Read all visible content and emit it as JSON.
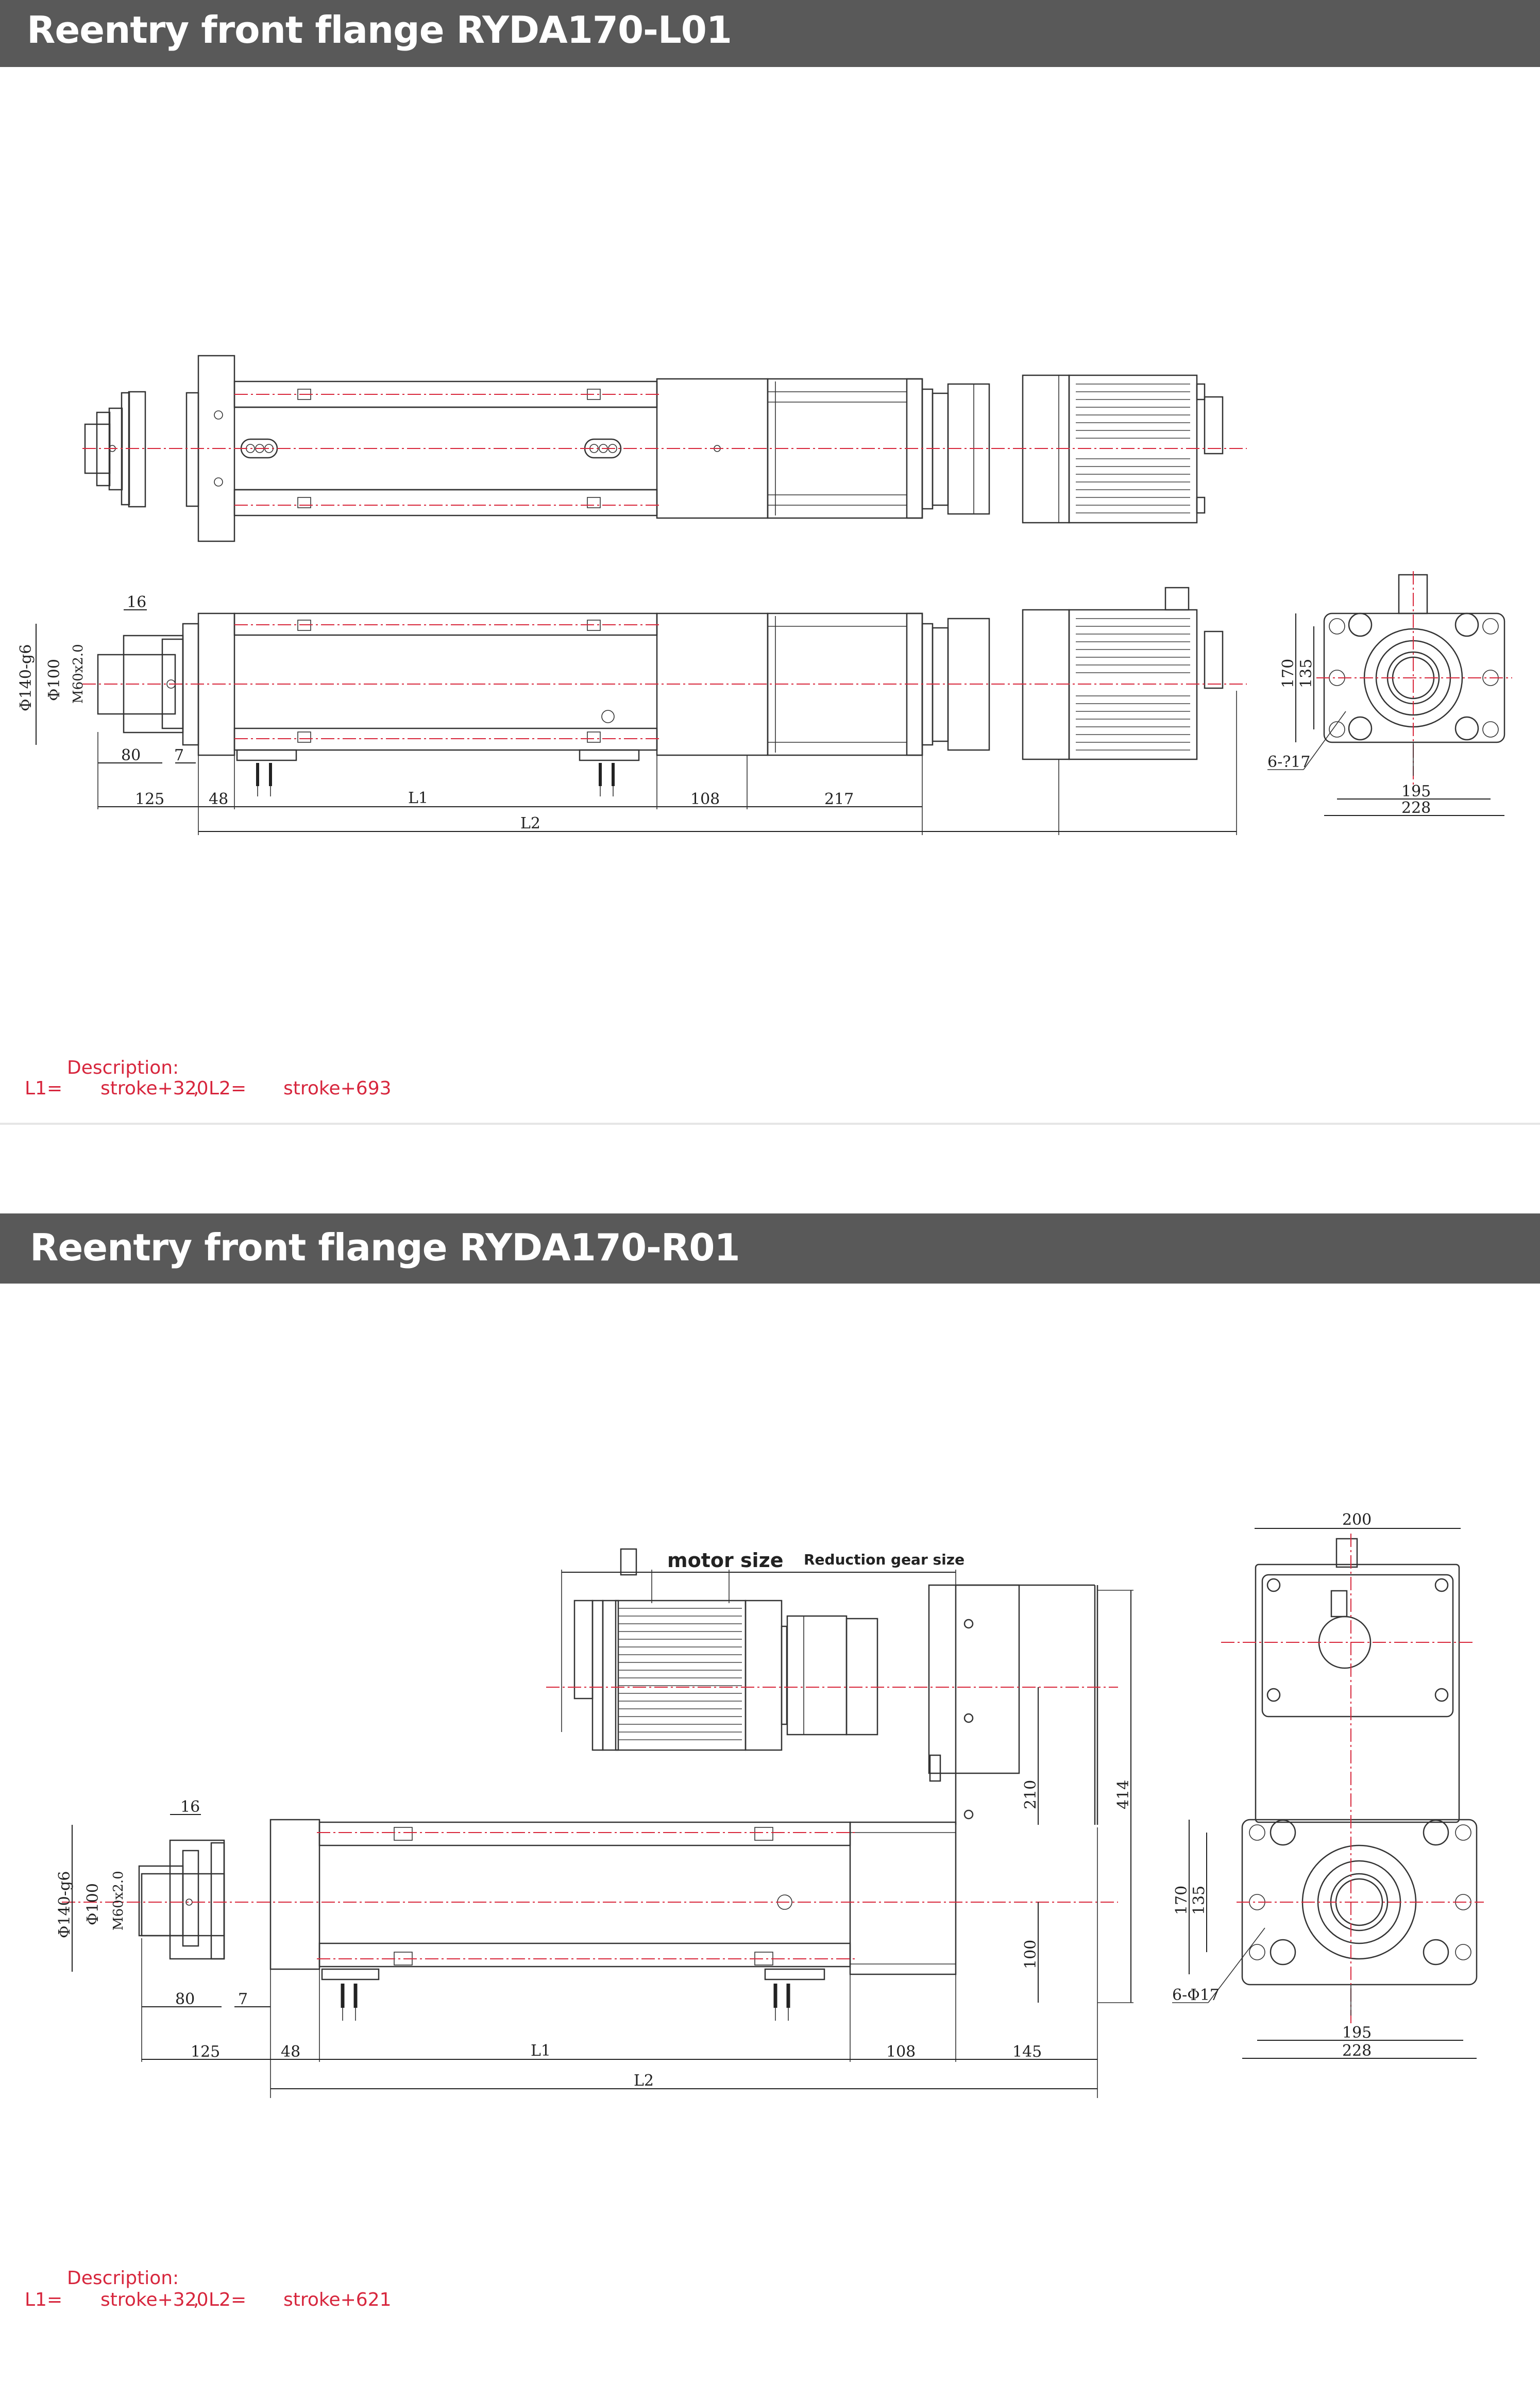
{
  "sections": [
    {
      "title": "Reentry front flange RYDA170-L01",
      "description": {
        "heading": "Description:",
        "l1_label": "L1=",
        "l1_value": "stroke+320",
        "separator": ",",
        "l2_label": "L2=",
        "l2_value": "stroke+693"
      },
      "dimensions": {
        "rod_width": "16",
        "flange_dia": "Φ140-g6",
        "pilot_dia": "Φ100",
        "thread": "M60x2.0",
        "rod_end_len": "80",
        "gap": "7",
        "front_ext": "125",
        "flange_thk": "48",
        "l1": "L1",
        "l2": "L2",
        "end_block": "108",
        "gear_len": "217",
        "end_height_outer": "170",
        "end_height_inner": "135",
        "holes": "6-?17",
        "end_width_inner": "195",
        "end_width_outer": "228"
      }
    },
    {
      "title": "Reentry front flange RYDA170-R01",
      "description": {
        "heading": "Description:",
        "l1_label": "L1=",
        "l1_value": "stroke+320",
        "separator": ",",
        "l2_label": "L2=",
        "l2_value": "stroke+621"
      },
      "dimensions": {
        "motor_size": "motor size",
        "reduction_gear_size": "Reduction gear size",
        "rod_width": "16",
        "flange_dia": "Φ140-g6",
        "pilot_dia": "Φ100",
        "thread": "M60x2.0",
        "rod_end_len": "80",
        "gap": "7",
        "front_ext": "125",
        "flange_thk": "48",
        "l1": "L1",
        "l2": "L2",
        "end_block": "108",
        "side_plate": "145",
        "offset_upper": "210",
        "offset_lower": "100",
        "total_height": "414",
        "motor_width": "200",
        "end_height_outer": "170",
        "end_height_inner": "135",
        "holes": "6-Φ17",
        "end_width_inner": "195",
        "end_width_outer": "228"
      }
    }
  ],
  "colors": {
    "header_bg": "#595959",
    "header_text": "#ffffff",
    "description_text": "#d7263d",
    "centerline": "#d8273b"
  }
}
